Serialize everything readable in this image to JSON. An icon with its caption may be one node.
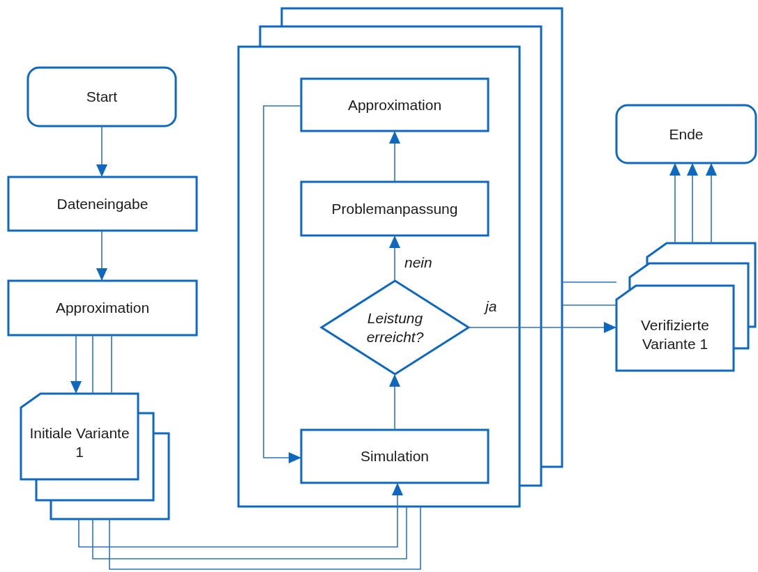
{
  "diagram": {
    "nodes": [
      {
        "text": [
          "Start"
        ]
      },
      {
        "text": [
          "Dateneingabe"
        ]
      },
      {
        "text": [
          "Approximation"
        ]
      },
      {
        "text": [
          "Initiale Variante 1"
        ]
      },
      {
        "text": [],
        "shape": "box"
      },
      {
        "text": [
          "Approximation"
        ],
        "in": 4
      },
      {
        "text": [
          "Problemanpassung"
        ],
        "in": 4
      },
      {
        "text": [
          "Leistung erreicht?"
        ],
        "in": 4
      },
      {
        "text": [
          "Simulation"
        ],
        "in": 4
      },
      {
        "text": [
          "Ende"
        ]
      },
      {
        "text": [
          "Verifizierte Variante 1"
        ]
      }
    ],
    "edges": [
      {
        "from": 0,
        "to": 1,
        "arrow": "to"
      },
      {
        "from": 1,
        "to": 2,
        "arrow": "to"
      },
      {
        "from": 2,
        "to": 3,
        "arrow": "to"
      },
      {
        "from": 2,
        "to": 3,
        "arrow": "none"
      },
      {
        "from": 2,
        "to": 3,
        "arrow": "none"
      },
      {
        "from": 3,
        "to": 8,
        "arrow": "to"
      },
      {
        "from": 3,
        "to": 4,
        "arrow": "none"
      },
      {
        "from": 3,
        "to": 4,
        "arrow": "none"
      },
      {
        "from": 8,
        "to": 7,
        "arrow": "to"
      },
      {
        "from": 7,
        "to": 6,
        "arrow": "to",
        "label": "nein"
      },
      {
        "from": 6,
        "to": 5,
        "arrow": "to"
      },
      {
        "from": 5,
        "to": 8,
        "arrow": "to"
      },
      {
        "from": 7,
        "to": 10,
        "arrow": "to",
        "label": "ja"
      },
      {
        "from": 4,
        "to": 10,
        "arrow": "none"
      },
      {
        "from": 4,
        "to": 10,
        "arrow": "none"
      },
      {
        "from": 10,
        "to": 9,
        "arrow": "to"
      },
      {
        "from": 10,
        "to": 9,
        "arrow": "to"
      },
      {
        "from": 10,
        "to": 9,
        "arrow": "to"
      }
    ]
  }
}
